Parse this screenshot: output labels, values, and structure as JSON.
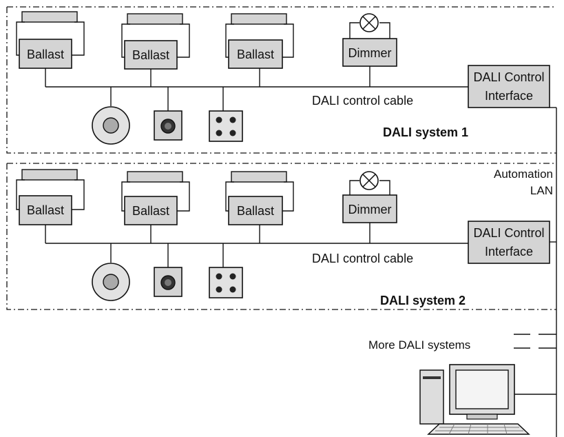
{
  "components": {
    "ballast": "Ballast",
    "dimmer": "Dimmer",
    "interface_line1": "DALI Control",
    "interface_line2": "Interface"
  },
  "cable_label": "DALI control cable",
  "systems": [
    {
      "label": "DALI system 1"
    },
    {
      "label": "DALI system 2"
    }
  ],
  "lan_label_line1": "Automation",
  "lan_label_line2": "LAN",
  "more_label": "More DALI systems"
}
